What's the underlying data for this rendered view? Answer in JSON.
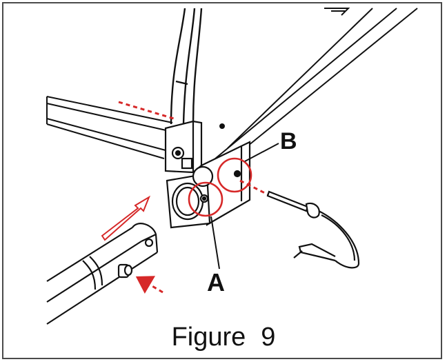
{
  "callouts": {
    "a": "A",
    "b": "B"
  },
  "caption": {
    "word": "Figure",
    "number": "9"
  },
  "colors": {
    "line": "#111111",
    "highlight": "#d62828",
    "frame": "#4a4a4a"
  }
}
